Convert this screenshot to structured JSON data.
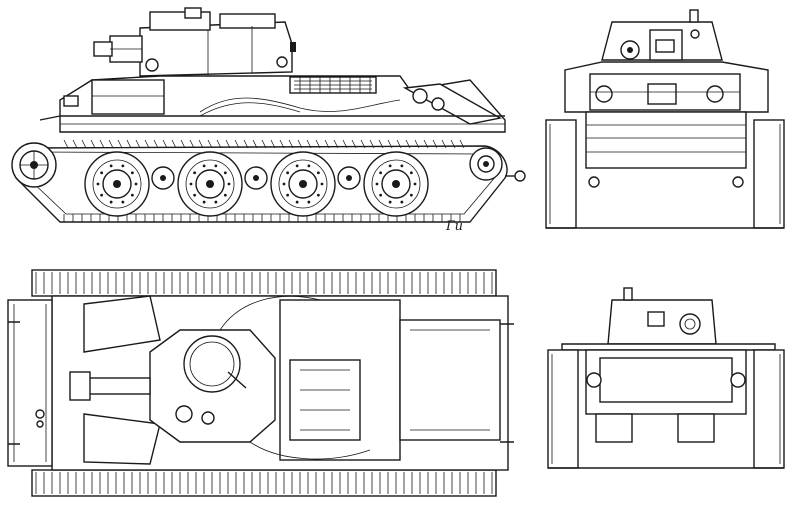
{
  "drawing": {
    "signature": "Ги",
    "views": [
      {
        "id": "side",
        "kind": "side-view"
      },
      {
        "id": "front",
        "kind": "front-view"
      },
      {
        "id": "top",
        "kind": "top-view"
      },
      {
        "id": "rear",
        "kind": "rear-view"
      }
    ],
    "line_color": "#1a1a1a",
    "background": "#ffffff"
  }
}
